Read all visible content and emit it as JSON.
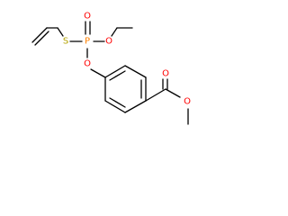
{
  "structure": {
    "atoms": {
      "phosphorus": "P",
      "sulfur": "S",
      "ether_oxygen_top": "O",
      "ethoxy_oxygen": "O",
      "aryl_oxygen": "O",
      "carbonyl_oxygen": "O",
      "ester_oxygen": "O"
    }
  },
  "colors": {
    "bond": "#000000",
    "oxygen": "#ff0000",
    "sulfur": "#b3a200",
    "phosphorus": "#ff8000"
  }
}
